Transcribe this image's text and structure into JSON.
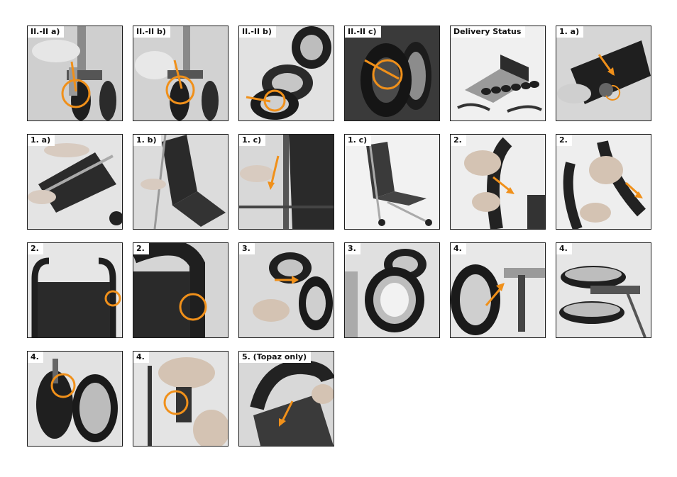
{
  "accent_color": "#f0901a",
  "panels": [
    {
      "label": "II.-II a)",
      "scene": "wheel-spray"
    },
    {
      "label": "II.-II b)",
      "scene": "wheel-spray"
    },
    {
      "label": "II.-II b)",
      "scene": "wheels-angled"
    },
    {
      "label": "II.-II c)",
      "scene": "wheel-close"
    },
    {
      "label": "Delivery Status",
      "scene": "parts-flat"
    },
    {
      "label": "1. a)",
      "scene": "fold-dark"
    },
    {
      "label": "1. a)",
      "scene": "unfold-hands"
    },
    {
      "label": "1. b)",
      "scene": "seat-frame"
    },
    {
      "label": "1. c)",
      "scene": "frame-lock"
    },
    {
      "label": "1. c)",
      "scene": "stroller-side"
    },
    {
      "label": "2.",
      "scene": "handle-grip"
    },
    {
      "label": "2.",
      "scene": "handle-grip"
    },
    {
      "label": "2.",
      "scene": "seat-back"
    },
    {
      "label": "2.",
      "scene": "handle-close"
    },
    {
      "label": "3.",
      "scene": "wheel-insert"
    },
    {
      "label": "3.",
      "scene": "wheel-pair"
    },
    {
      "label": "4.",
      "scene": "axle-arrow"
    },
    {
      "label": "4.",
      "scene": "wheels-stack"
    },
    {
      "label": "4.",
      "scene": "wheel-front"
    },
    {
      "label": "4.",
      "scene": "brake-hand"
    },
    {
      "label": "5. (Topaz only)",
      "scene": "bumper-bar"
    }
  ]
}
